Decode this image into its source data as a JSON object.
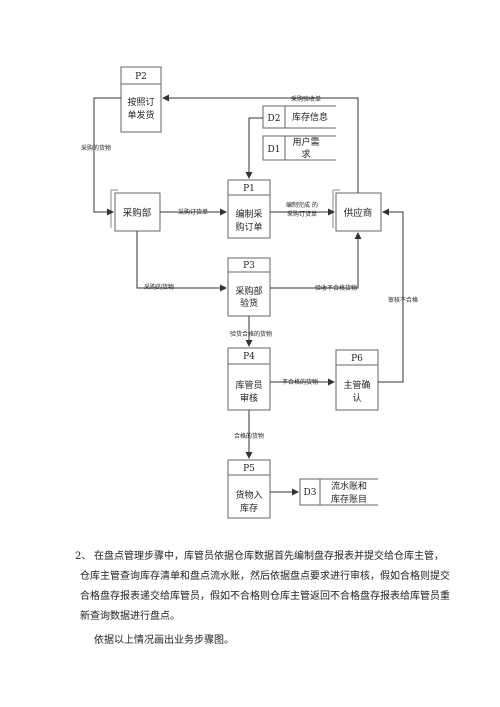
{
  "processes": {
    "p2": {
      "id": "P2",
      "label_lines": [
        "按照订",
        "单发货"
      ]
    },
    "p1": {
      "id": "P1",
      "label_lines": [
        "编制采",
        "购订单"
      ]
    },
    "p3": {
      "id": "P3",
      "label_lines": [
        "采购部",
        "验货"
      ]
    },
    "p4": {
      "id": "P4",
      "label_lines": [
        "库管员",
        "审核"
      ]
    },
    "p6": {
      "id": "P6",
      "label_lines": [
        "主管确",
        "认"
      ]
    },
    "p5": {
      "id": "P5",
      "label_lines": [
        "货物入",
        "库存"
      ]
    }
  },
  "entities": {
    "purchase_dept": {
      "label": "采购部"
    },
    "supplier": {
      "label": "供应商"
    }
  },
  "stores": {
    "d2": {
      "id": "D2",
      "label": "库存信息"
    },
    "d1": {
      "id": "D1",
      "label_lines": [
        "用户需",
        "求"
      ]
    },
    "d3": {
      "id": "D3",
      "label_lines": [
        "流水账和",
        "库存账目"
      ]
    }
  },
  "flows": {
    "supplier_to_p2": "采购验收单",
    "p2_to_dept": "采购的货物",
    "dept_to_p1": "采购订货单",
    "p1_to_supplier_lines": [
      "编制完成 的",
      "采购订货单"
    ],
    "dept_to_p3": "采购的货物",
    "p3_to_supplier": "验收不合格货物",
    "p3_to_p4": "验货合格的货物",
    "p4_to_p6": "不合格的货物",
    "p6_to_supplier": "审核不合格",
    "p4_to_p5": "合格的货物"
  },
  "text": {
    "number": "2、",
    "paragraph": "在盘点管理步骤中，库管员依据仓库数据首先编制盘存报表并提交给仓库主管，仓库主管查询库存清单和盘点流水账，然后依据盘点要求进行审核，假如合格则提交合格盘存报表递交给库管员，假如不合格则仓库主管返回不合格盘存报表给库管员重新查询数据进行盘点。",
    "instruction": "依据以上情况画出业务步骤图。"
  }
}
